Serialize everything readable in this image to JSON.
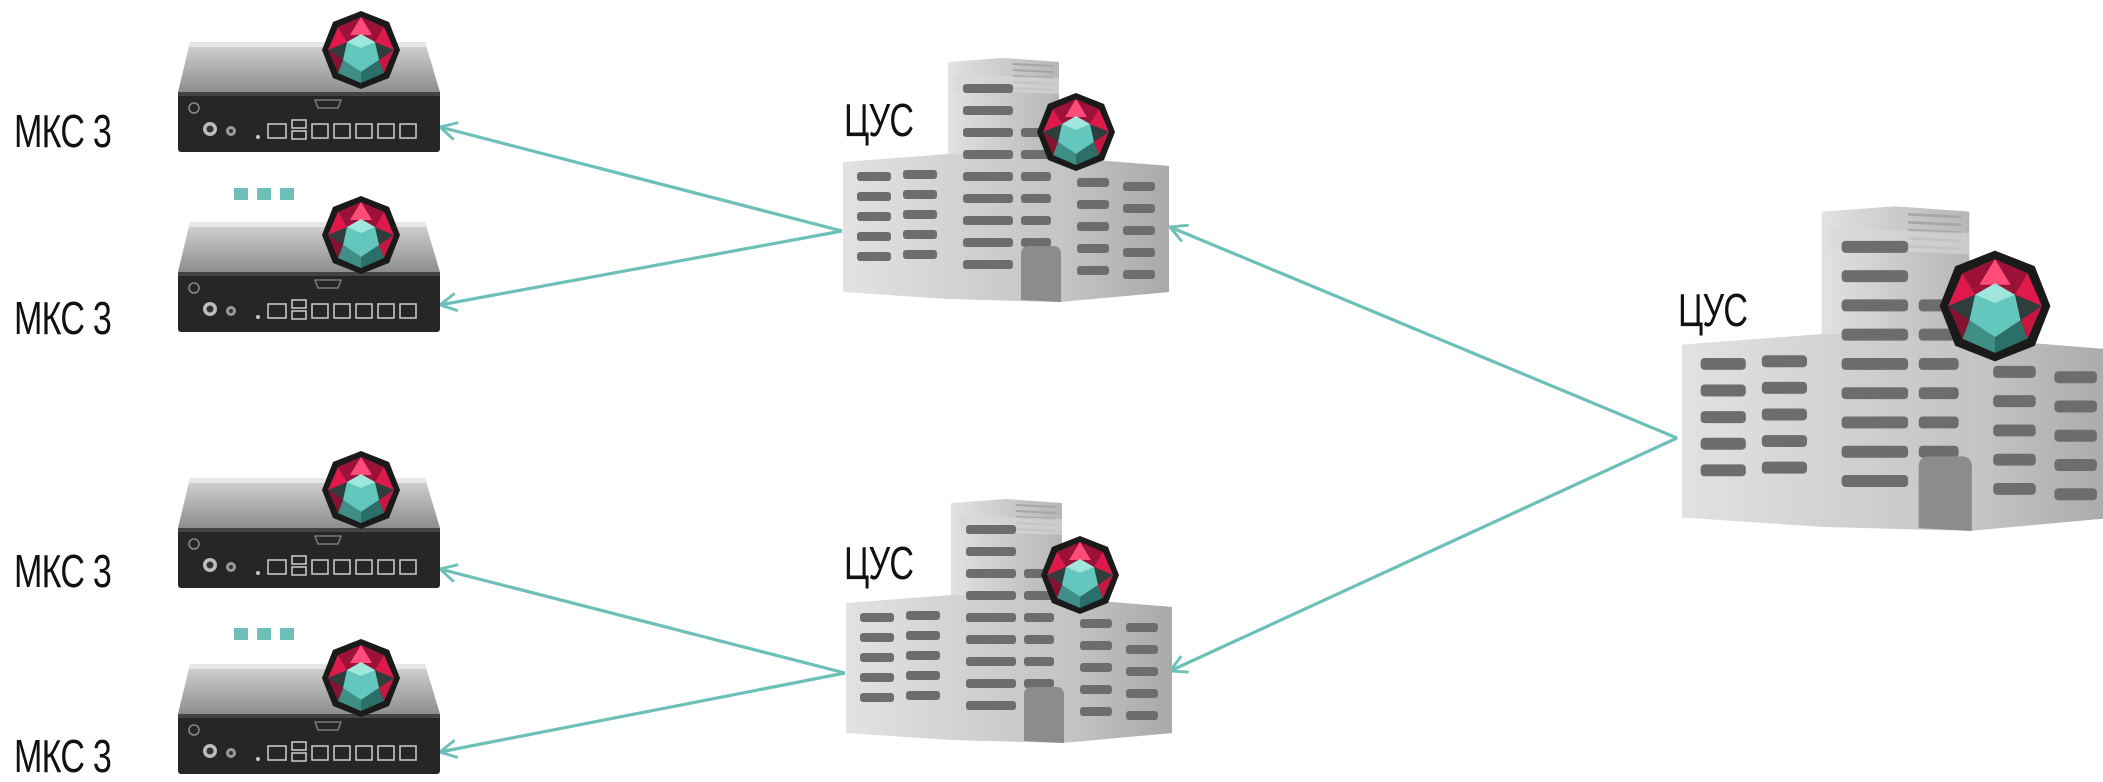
{
  "colors": {
    "connector": "#6cc0b8",
    "device_body": "#9a9a9a",
    "device_front": "#2a2a2a",
    "building": "#c3c3c3",
    "gem_red": "#e0194b",
    "gem_teal": "#63c7bd",
    "dots": "#6cc0b8"
  },
  "icons": {
    "device": "network-device-icon",
    "building": "office-building-icon",
    "badge": "octagon-gem-logo-icon"
  },
  "top_center": {
    "label": "ЦУС",
    "devices": [
      {
        "label": "МКС 3"
      },
      {
        "label": "МКС 3"
      }
    ]
  },
  "bottom_center": {
    "label": "ЦУС",
    "devices": [
      {
        "label": "МКС 3"
      },
      {
        "label": "МКС 3"
      }
    ]
  },
  "right_center": {
    "label": "ЦУС"
  }
}
